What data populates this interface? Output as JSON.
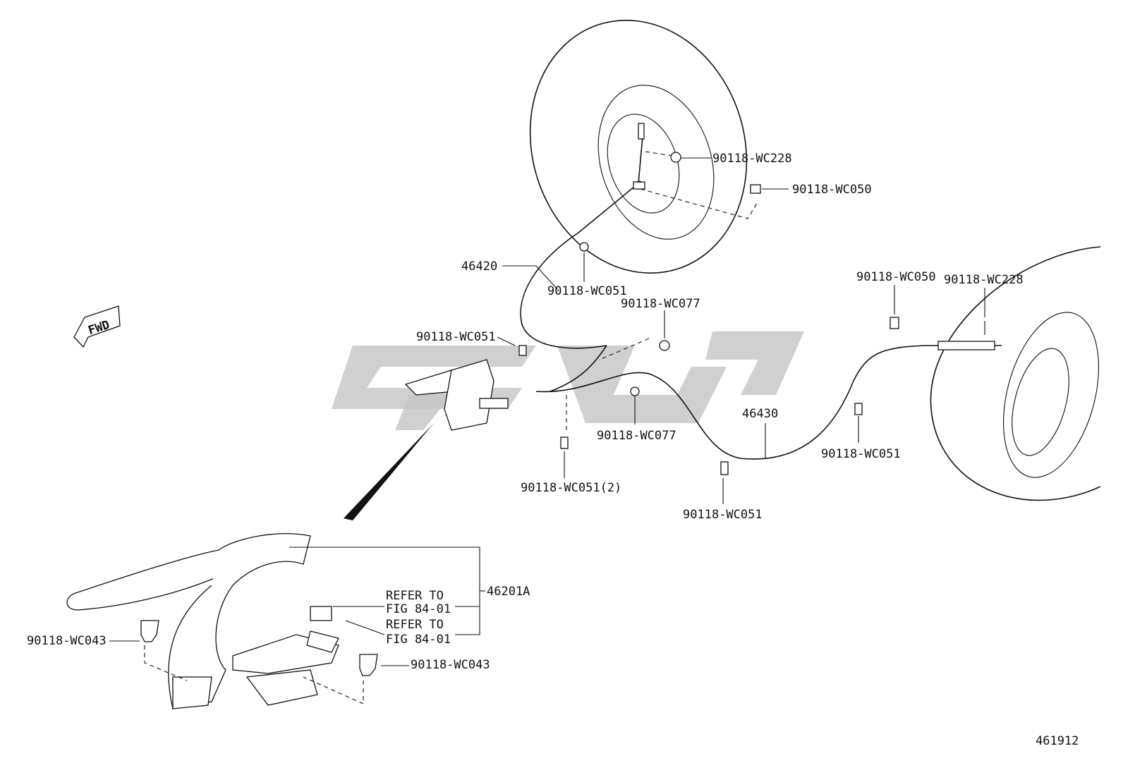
{
  "diagram_id": "461912",
  "direction_badge": "FWD",
  "parts": {
    "p46420": "46420",
    "p46430": "46430",
    "p46201A": "46201A"
  },
  "fasteners": {
    "wc228_top": "90118-WC228",
    "wc050_top": "90118-WC050",
    "wc051_a": "90118-WC051",
    "wc077_a": "90118-WC077",
    "wc051_b": "90118-WC051",
    "wc077_b": "90118-WC077",
    "wc051_2": "90118-WC051(2)",
    "wc051_c": "90118-WC051",
    "wc050_right": "90118-WC050",
    "wc228_right": "90118-WC228",
    "wc051_d": "90118-WC051",
    "wc043_left": "90118-WC043",
    "wc043_right": "90118-WC043"
  },
  "refer_notes": [
    {
      "line1": "REFER TO",
      "line2": "FIG 84-01"
    },
    {
      "line1": "REFER TO",
      "line2": "FIG 84-01"
    }
  ],
  "colors": {
    "ink": "#111111",
    "watermark": "#c4c4c4",
    "background": "#ffffff"
  }
}
